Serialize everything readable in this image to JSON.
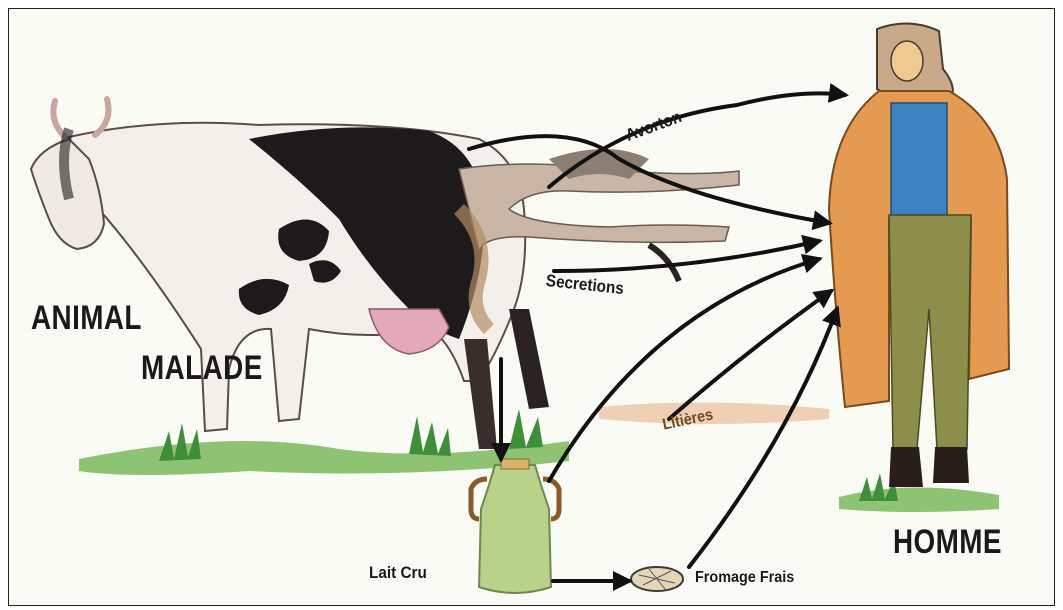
{
  "labels": {
    "source_line1": "ANIMAL",
    "source_line2": "MALADE",
    "target": "HOMME",
    "avorton": "Avorton",
    "secretions": "Secretions",
    "litieres": "Litières",
    "lait_cru": "Lait  Cru",
    "fromage_frais": "Fromage Frais"
  }
}
